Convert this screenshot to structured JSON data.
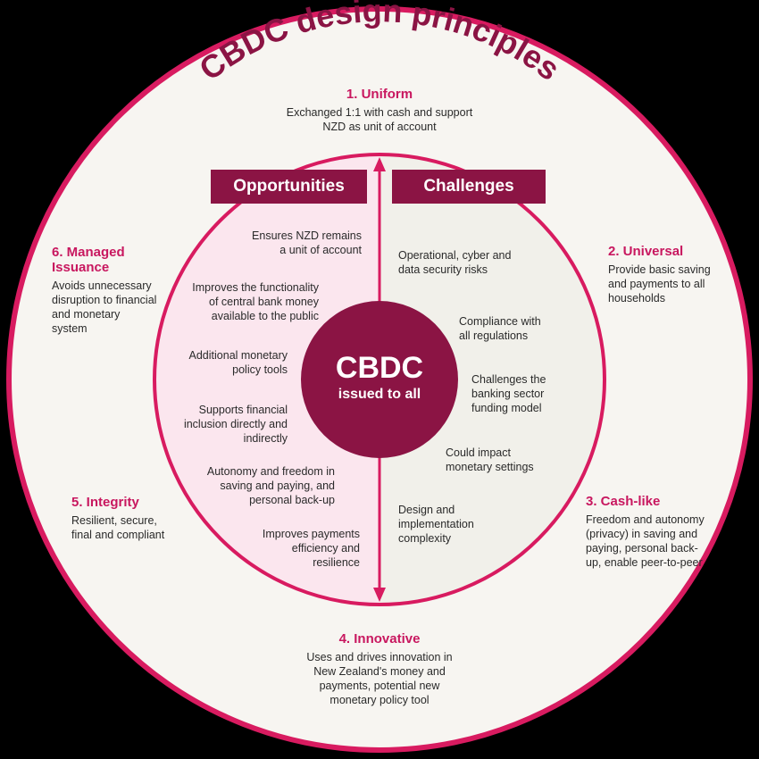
{
  "title": "CBDC design principles",
  "center": {
    "title": "CBDC",
    "subtitle": "issued to all"
  },
  "opportunities": {
    "heading": "Opportunities",
    "items": [
      "Ensures NZD remains a unit of account",
      "Improves the functionality of central bank money available to the public",
      "Additional monetary policy tools",
      "Supports financial inclusion directly and indirectly",
      "Autonomy and freedom in saving and paying, and personal back-up",
      "Improves payments efficiency and resilience"
    ]
  },
  "challenges": {
    "heading": "Challenges",
    "items": [
      "Operational, cyber and data security risks",
      "Compliance with all regulations",
      "Challenges the banking sector funding model",
      "Could impact monetary settings",
      "Design and implementation complexity"
    ]
  },
  "principles": [
    {
      "title": "1. Uniform",
      "text": "Exchanged 1:1 with cash and support NZD as unit of account"
    },
    {
      "title": "2. Universal",
      "text": "Provide basic saving and payments to all households"
    },
    {
      "title": "3. Cash-like",
      "text": "Freedom and autonomy (privacy) in saving and paying, personal back-up, enable peer-to-peer"
    },
    {
      "title": "4. Innovative",
      "text": "Uses and drives innovation in New Zealand's money and payments, potential new monetary policy tool"
    },
    {
      "title": "5. Integrity",
      "text": "Resilient, secure, final and compliant"
    },
    {
      "title": "6. Managed Issuance",
      "text": "Avoids unnecessary disruption to financial and monetary system"
    }
  ],
  "colors": {
    "accent": "#d81b60",
    "dark": "#8b1444",
    "outer_fill": "#f7f5f1",
    "opp_fill": "#fbe6ee",
    "chal_fill": "#f1f0ea"
  }
}
